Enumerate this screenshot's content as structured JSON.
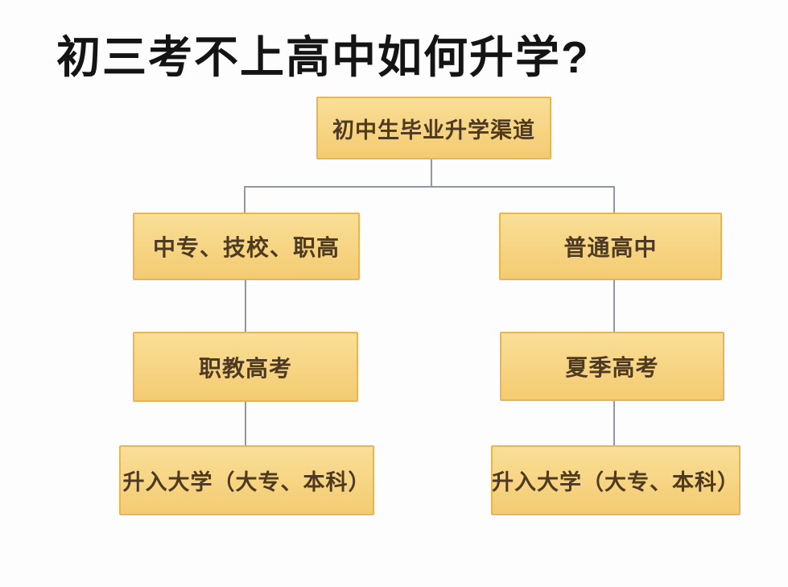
{
  "title": "初三考不上高中如何升学?",
  "flowchart": {
    "root": {
      "label": "初中生毕业升学渠道"
    },
    "branches": [
      {
        "name": "vocational-path",
        "steps": [
          {
            "label": "中专、技校、职高"
          },
          {
            "label": "职教高考"
          },
          {
            "label": "升入大学（大专、本科）"
          }
        ]
      },
      {
        "name": "academic-path",
        "steps": [
          {
            "label": "普通高中"
          },
          {
            "label": "夏季高考"
          },
          {
            "label": "升入大学（大专、本科）"
          }
        ]
      }
    ]
  },
  "colors": {
    "background": "#fdfdfd",
    "title_color": "#141414",
    "box_fill_top": "#f9df97",
    "box_fill_bottom": "#f4cb72",
    "box_border": "#e8b455",
    "box_text": "#4e3a20",
    "connector": "#8f96a4"
  }
}
